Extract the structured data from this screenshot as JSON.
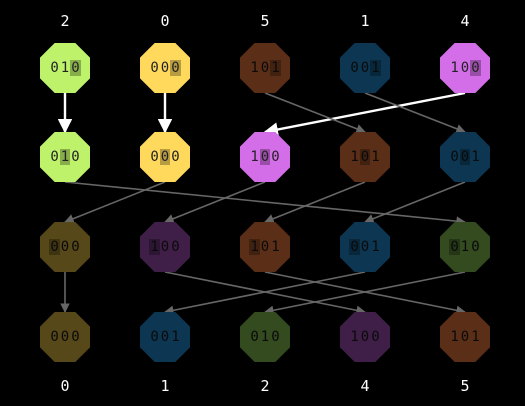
{
  "top_labels": [
    "2",
    "0",
    "5",
    "1",
    "4"
  ],
  "bottom_labels": [
    "0",
    "1",
    "2",
    "4",
    "5"
  ],
  "colors": {
    "bright": {
      "010": "#bdf26a",
      "000": "#fed95c",
      "100": "#d46ee8",
      "101": "#5b2e17",
      "001": "#0c3651"
    },
    "dim": {
      "010": "#334b1f",
      "000": "#564819",
      "100": "#3f1f48",
      "101": "#5b2e17",
      "001": "#0c3651"
    },
    "text_on_bright": "#222222",
    "text_on_dark": "#0a0a0a",
    "edge_active": "#ffffff",
    "edge_passive": "#666666"
  },
  "rows": [
    {
      "stage": "input",
      "nodes": [
        {
          "bits": "010",
          "hl": 2,
          "tone": "bright"
        },
        {
          "bits": "000",
          "hl": 2,
          "tone": "bright"
        },
        {
          "bits": "101",
          "hl": 2,
          "tone": "bright"
        },
        {
          "bits": "001",
          "hl": 2,
          "tone": "bright"
        },
        {
          "bits": "100",
          "hl": 2,
          "tone": "bright"
        }
      ]
    },
    {
      "stage": "pass-1",
      "nodes": [
        {
          "bits": "010",
          "hl": 1,
          "tone": "bright"
        },
        {
          "bits": "000",
          "hl": 1,
          "tone": "bright"
        },
        {
          "bits": "100",
          "hl": 1,
          "tone": "bright"
        },
        {
          "bits": "101",
          "hl": 1,
          "tone": "bright"
        },
        {
          "bits": "001",
          "hl": 1,
          "tone": "bright"
        }
      ]
    },
    {
      "stage": "pass-2",
      "nodes": [
        {
          "bits": "000",
          "hl": 0,
          "tone": "dim"
        },
        {
          "bits": "100",
          "hl": 0,
          "tone": "dim"
        },
        {
          "bits": "101",
          "hl": 0,
          "tone": "dim"
        },
        {
          "bits": "001",
          "hl": 0,
          "tone": "dim"
        },
        {
          "bits": "010",
          "hl": 0,
          "tone": "dim"
        }
      ]
    },
    {
      "stage": "output",
      "nodes": [
        {
          "bits": "000",
          "hl": -1,
          "tone": "dim"
        },
        {
          "bits": "001",
          "hl": -1,
          "tone": "dim"
        },
        {
          "bits": "010",
          "hl": -1,
          "tone": "dim"
        },
        {
          "bits": "100",
          "hl": -1,
          "tone": "dim"
        },
        {
          "bits": "101",
          "hl": -1,
          "tone": "dim"
        }
      ]
    }
  ],
  "edges": [
    {
      "from": [
        0,
        0
      ],
      "to": [
        1,
        0
      ],
      "kind": "active"
    },
    {
      "from": [
        0,
        1
      ],
      "to": [
        1,
        1
      ],
      "kind": "active"
    },
    {
      "from": [
        0,
        4
      ],
      "to": [
        1,
        2
      ],
      "kind": "active"
    },
    {
      "from": [
        0,
        2
      ],
      "to": [
        1,
        3
      ],
      "kind": "passive"
    },
    {
      "from": [
        0,
        3
      ],
      "to": [
        1,
        4
      ],
      "kind": "passive"
    },
    {
      "from": [
        1,
        0
      ],
      "to": [
        2,
        4
      ],
      "kind": "passive"
    },
    {
      "from": [
        1,
        1
      ],
      "to": [
        2,
        0
      ],
      "kind": "passive"
    },
    {
      "from": [
        1,
        2
      ],
      "to": [
        2,
        1
      ],
      "kind": "passive"
    },
    {
      "from": [
        1,
        3
      ],
      "to": [
        2,
        2
      ],
      "kind": "passive"
    },
    {
      "from": [
        1,
        4
      ],
      "to": [
        2,
        3
      ],
      "kind": "passive"
    },
    {
      "from": [
        2,
        0
      ],
      "to": [
        3,
        0
      ],
      "kind": "passive"
    },
    {
      "from": [
        2,
        1
      ],
      "to": [
        3,
        3
      ],
      "kind": "passive"
    },
    {
      "from": [
        2,
        2
      ],
      "to": [
        3,
        4
      ],
      "kind": "passive"
    },
    {
      "from": [
        2,
        3
      ],
      "to": [
        3,
        1
      ],
      "kind": "passive"
    },
    {
      "from": [
        2,
        4
      ],
      "to": [
        3,
        2
      ],
      "kind": "passive"
    }
  ]
}
